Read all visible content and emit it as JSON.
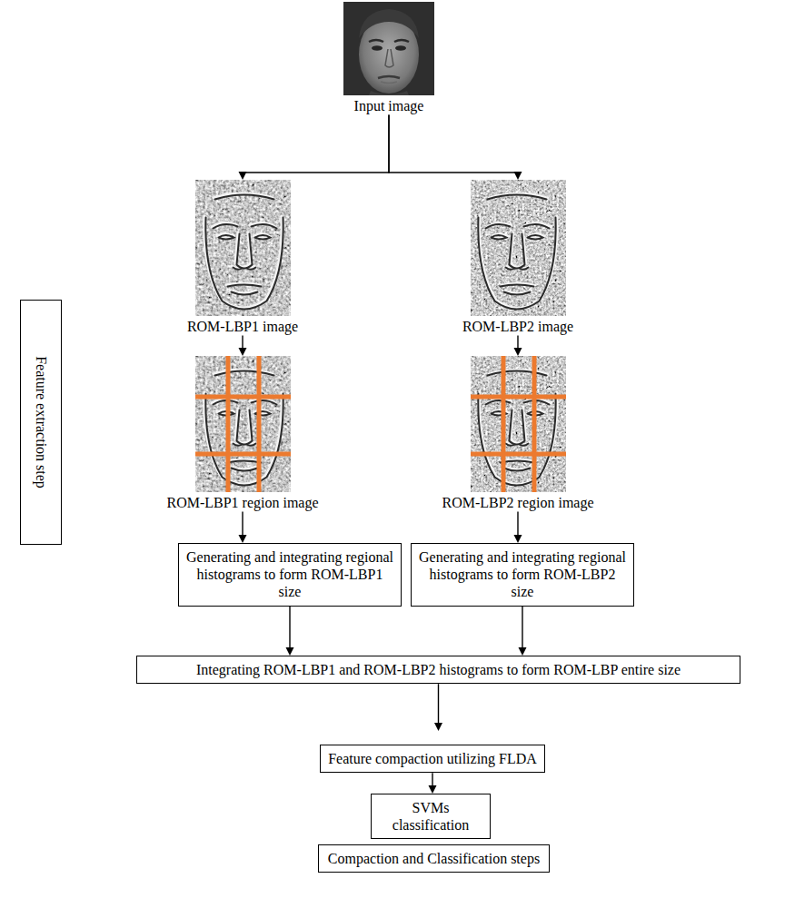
{
  "diagram": {
    "nodes": [
      {
        "text": [
          "Input image"
        ]
      },
      {
        "text": [
          "Feature extraction step"
        ]
      },
      {
        "text": [
          "ROM-LBP1 image"
        ],
        "in": 1
      },
      {
        "text": [
          "ROM-LBP2 image"
        ],
        "in": 1
      },
      {
        "text": [
          "ROM-LBP1 region image"
        ],
        "in": 1
      },
      {
        "text": [
          "ROM-LBP2 region image"
        ],
        "in": 1
      },
      {
        "text": [
          "Generating and integrating regional histograms to form ROM-LBP1 size"
        ],
        "in": 1
      },
      {
        "text": [
          "Generating and integrating regional histograms to form ROM-LBP2 size"
        ],
        "in": 1
      },
      {
        "text": [
          "Integrating ROM-LBP1 and ROM-LBP2 histograms to form ROM-LBP entire size"
        ],
        "in": 1
      },
      {
        "text": [
          "Compaction and Classification steps"
        ]
      },
      {
        "text": [
          "Feature compaction utilizing FLDA"
        ],
        "in": 9
      },
      {
        "text": [
          "SVMs classification"
        ],
        "in": 9
      }
    ],
    "edges": [
      {
        "from": 0,
        "to": 2,
        "arrow": "to"
      },
      {
        "from": 0,
        "to": 3,
        "arrow": "to"
      },
      {
        "from": 2,
        "to": 4,
        "arrow": "to"
      },
      {
        "from": 3,
        "to": 5,
        "arrow": "to"
      },
      {
        "from": 4,
        "to": 6,
        "arrow": "to"
      },
      {
        "from": 5,
        "to": 7,
        "arrow": "to"
      },
      {
        "from": 6,
        "to": 8,
        "arrow": "to"
      },
      {
        "from": 7,
        "to": 8,
        "arrow": "to"
      },
      {
        "from": 8,
        "to": 9,
        "arrow": "to"
      },
      {
        "from": 10,
        "to": 11,
        "arrow": "to"
      }
    ]
  }
}
